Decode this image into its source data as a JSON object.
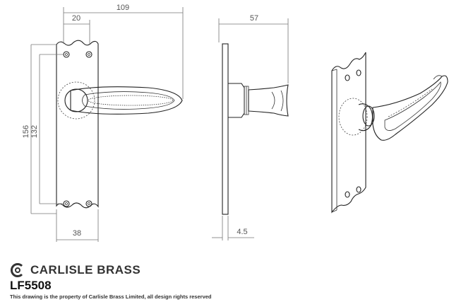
{
  "dimensions": {
    "overall_width": "109",
    "boss_offset": "20",
    "plate_height": "156",
    "fixing_centres": "132",
    "plate_width": "38",
    "projection": "57",
    "plate_thickness": "4.5"
  },
  "brand": {
    "name": "CARLISLE BRASS",
    "logo_icon": "carlisle-c-logo-icon"
  },
  "product": {
    "code": "LF5508"
  },
  "notice": {
    "text": "This drawing is the property of Carlisle Brass Limited, all design rights reserved"
  }
}
